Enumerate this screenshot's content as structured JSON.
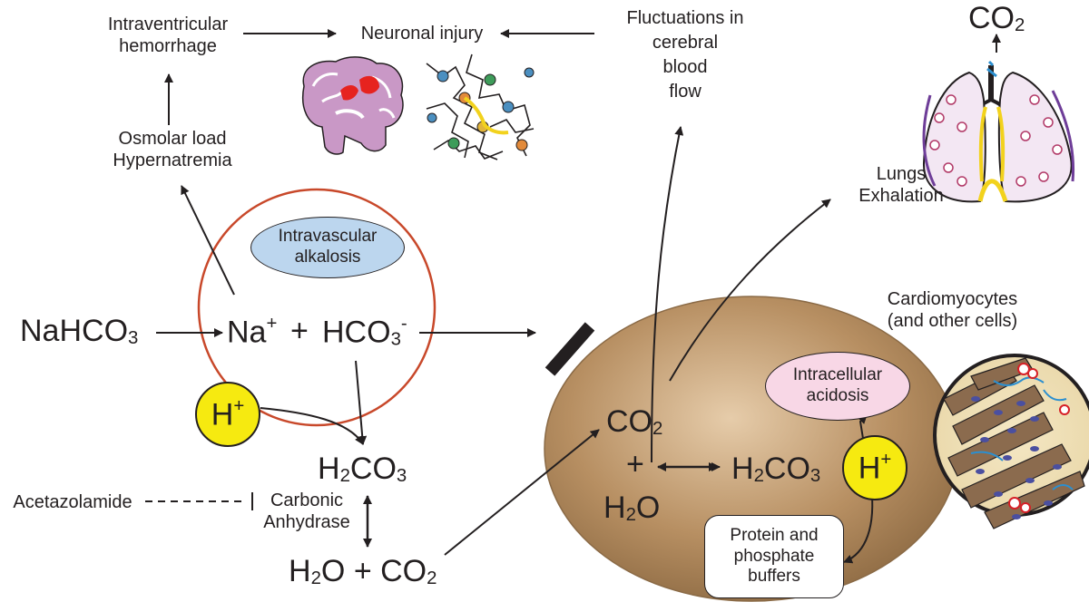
{
  "labels": {
    "ivh_line1": "Intraventricular",
    "ivh_line2": "hemorrhage",
    "neuronal_injury": "Neuronal injury",
    "fluct_line1": "Fluctuations in",
    "fluct_line2": "cerebral",
    "fluct_line3": "blood",
    "fluct_line4": "flow",
    "osmolar_line1": "Osmolar load",
    "osmolar_line2": "Hypernatremia",
    "lungs_line1": "Lungs",
    "lungs_line2": "Exhalation",
    "cardio_line1": "Cardiomyocytes",
    "cardio_line2": "(and other cells)",
    "intravascular_line1": "Intravascular",
    "intravascular_line2": "alkalosis",
    "intracellular_line1": "Intracellular",
    "intracellular_line2": "acidosis",
    "buffers_line1": "Protein and",
    "buffers_line2": "phosphate",
    "buffers_line3": "buffers",
    "acetazolamide": "Acetazolamide",
    "carbonic_line1": "Carbonic",
    "carbonic_line2": "Anhydrase",
    "plus": "+"
  },
  "formulas": {
    "nahco3": {
      "base": "NaHCO",
      "sub": "3"
    },
    "na": {
      "base": "Na",
      "sup": "+"
    },
    "plus": "+",
    "hco3": {
      "base": "HCO",
      "sub": "3",
      "sup": "-"
    },
    "h_plus": {
      "base": "H",
      "sup": "+"
    },
    "h2co3_a": {
      "p1": "H",
      "sub": "2",
      "p2": "CO",
      "sub2": "3"
    },
    "h2o_a": {
      "p1": "H",
      "sub": "2",
      "p2": "O"
    },
    "co2_a": {
      "p1": "CO",
      "sub": "2"
    },
    "co2_b": {
      "p1": "CO",
      "sub": "2"
    },
    "h2o_b": {
      "p1": "H",
      "sub": "2",
      "p2": "O"
    },
    "h2co3_b": {
      "p1": "H",
      "sub": "2",
      "p2": "CO",
      "sub2": "3"
    },
    "co2_top": {
      "p1": "CO",
      "sub": "2"
    }
  },
  "colors": {
    "circle_stroke": "#c8482a",
    "cell_fill": "#a98357",
    "h_ion_fill": "#f6ea10",
    "intravascular_fill": "#bcd6ee",
    "intracellular_fill": "#f8d7e6",
    "arrow": "#231f20"
  },
  "icons": [
    "brain-section-icon",
    "neurons-icon",
    "lungs-icon",
    "cardiomyocytes-icon"
  ]
}
